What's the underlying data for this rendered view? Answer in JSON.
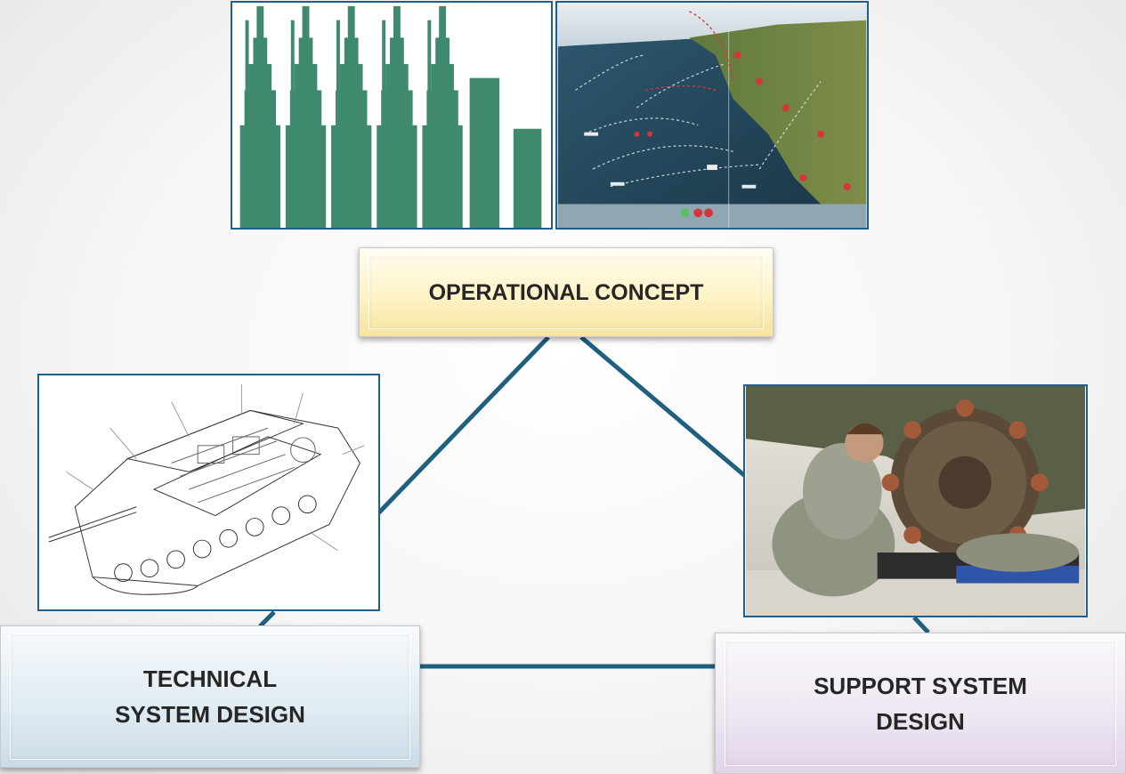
{
  "diagram": {
    "labels": {
      "operational": "OPERATIONAL CONCEPT",
      "technical_line1": "TECHNICAL",
      "technical_line2": "SYSTEM DESIGN",
      "support_line1": "SUPPORT SYSTEM",
      "support_line2": "DESIGN"
    },
    "colors": {
      "connector": "#1f5f7f",
      "bar_green": "#3f8a6c",
      "frame_border": "#1f5f8b"
    },
    "images": {
      "bar_pattern_icon": "stepped-bars-illustration",
      "battle_map_icon": "coastal-battle-map-illustration",
      "tank_icon": "tank-technical-drawing",
      "maintenance_icon": "soldiers-maintenance-photo"
    }
  }
}
